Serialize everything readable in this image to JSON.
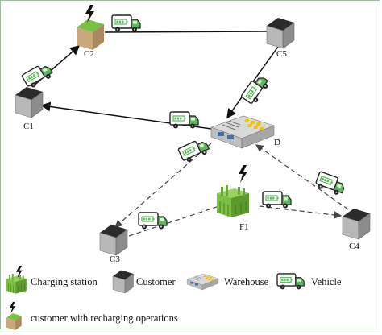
{
  "nodes": {
    "c1": "C1",
    "c2": "C2",
    "c3": "C3",
    "c4": "C4",
    "c5": "C5",
    "d": "D",
    "f1": "F1"
  },
  "legend": {
    "charging_station": "Charging station",
    "customer": "Customer",
    "warehouse": "Warehouse",
    "vehicle": "Vehicle",
    "customer_recharging": "customer with recharging operations"
  },
  "colors": {
    "vehicle_green": "#5cb85c",
    "station_green": "#7ac043",
    "building_gray": "#8c8c8c",
    "roof_dark": "#2b2b2b",
    "frame": "#9bb99b"
  },
  "icons": [
    "truck-icon",
    "building-icon",
    "lightning-icon",
    "warehouse-icon",
    "charging-station-icon"
  ]
}
